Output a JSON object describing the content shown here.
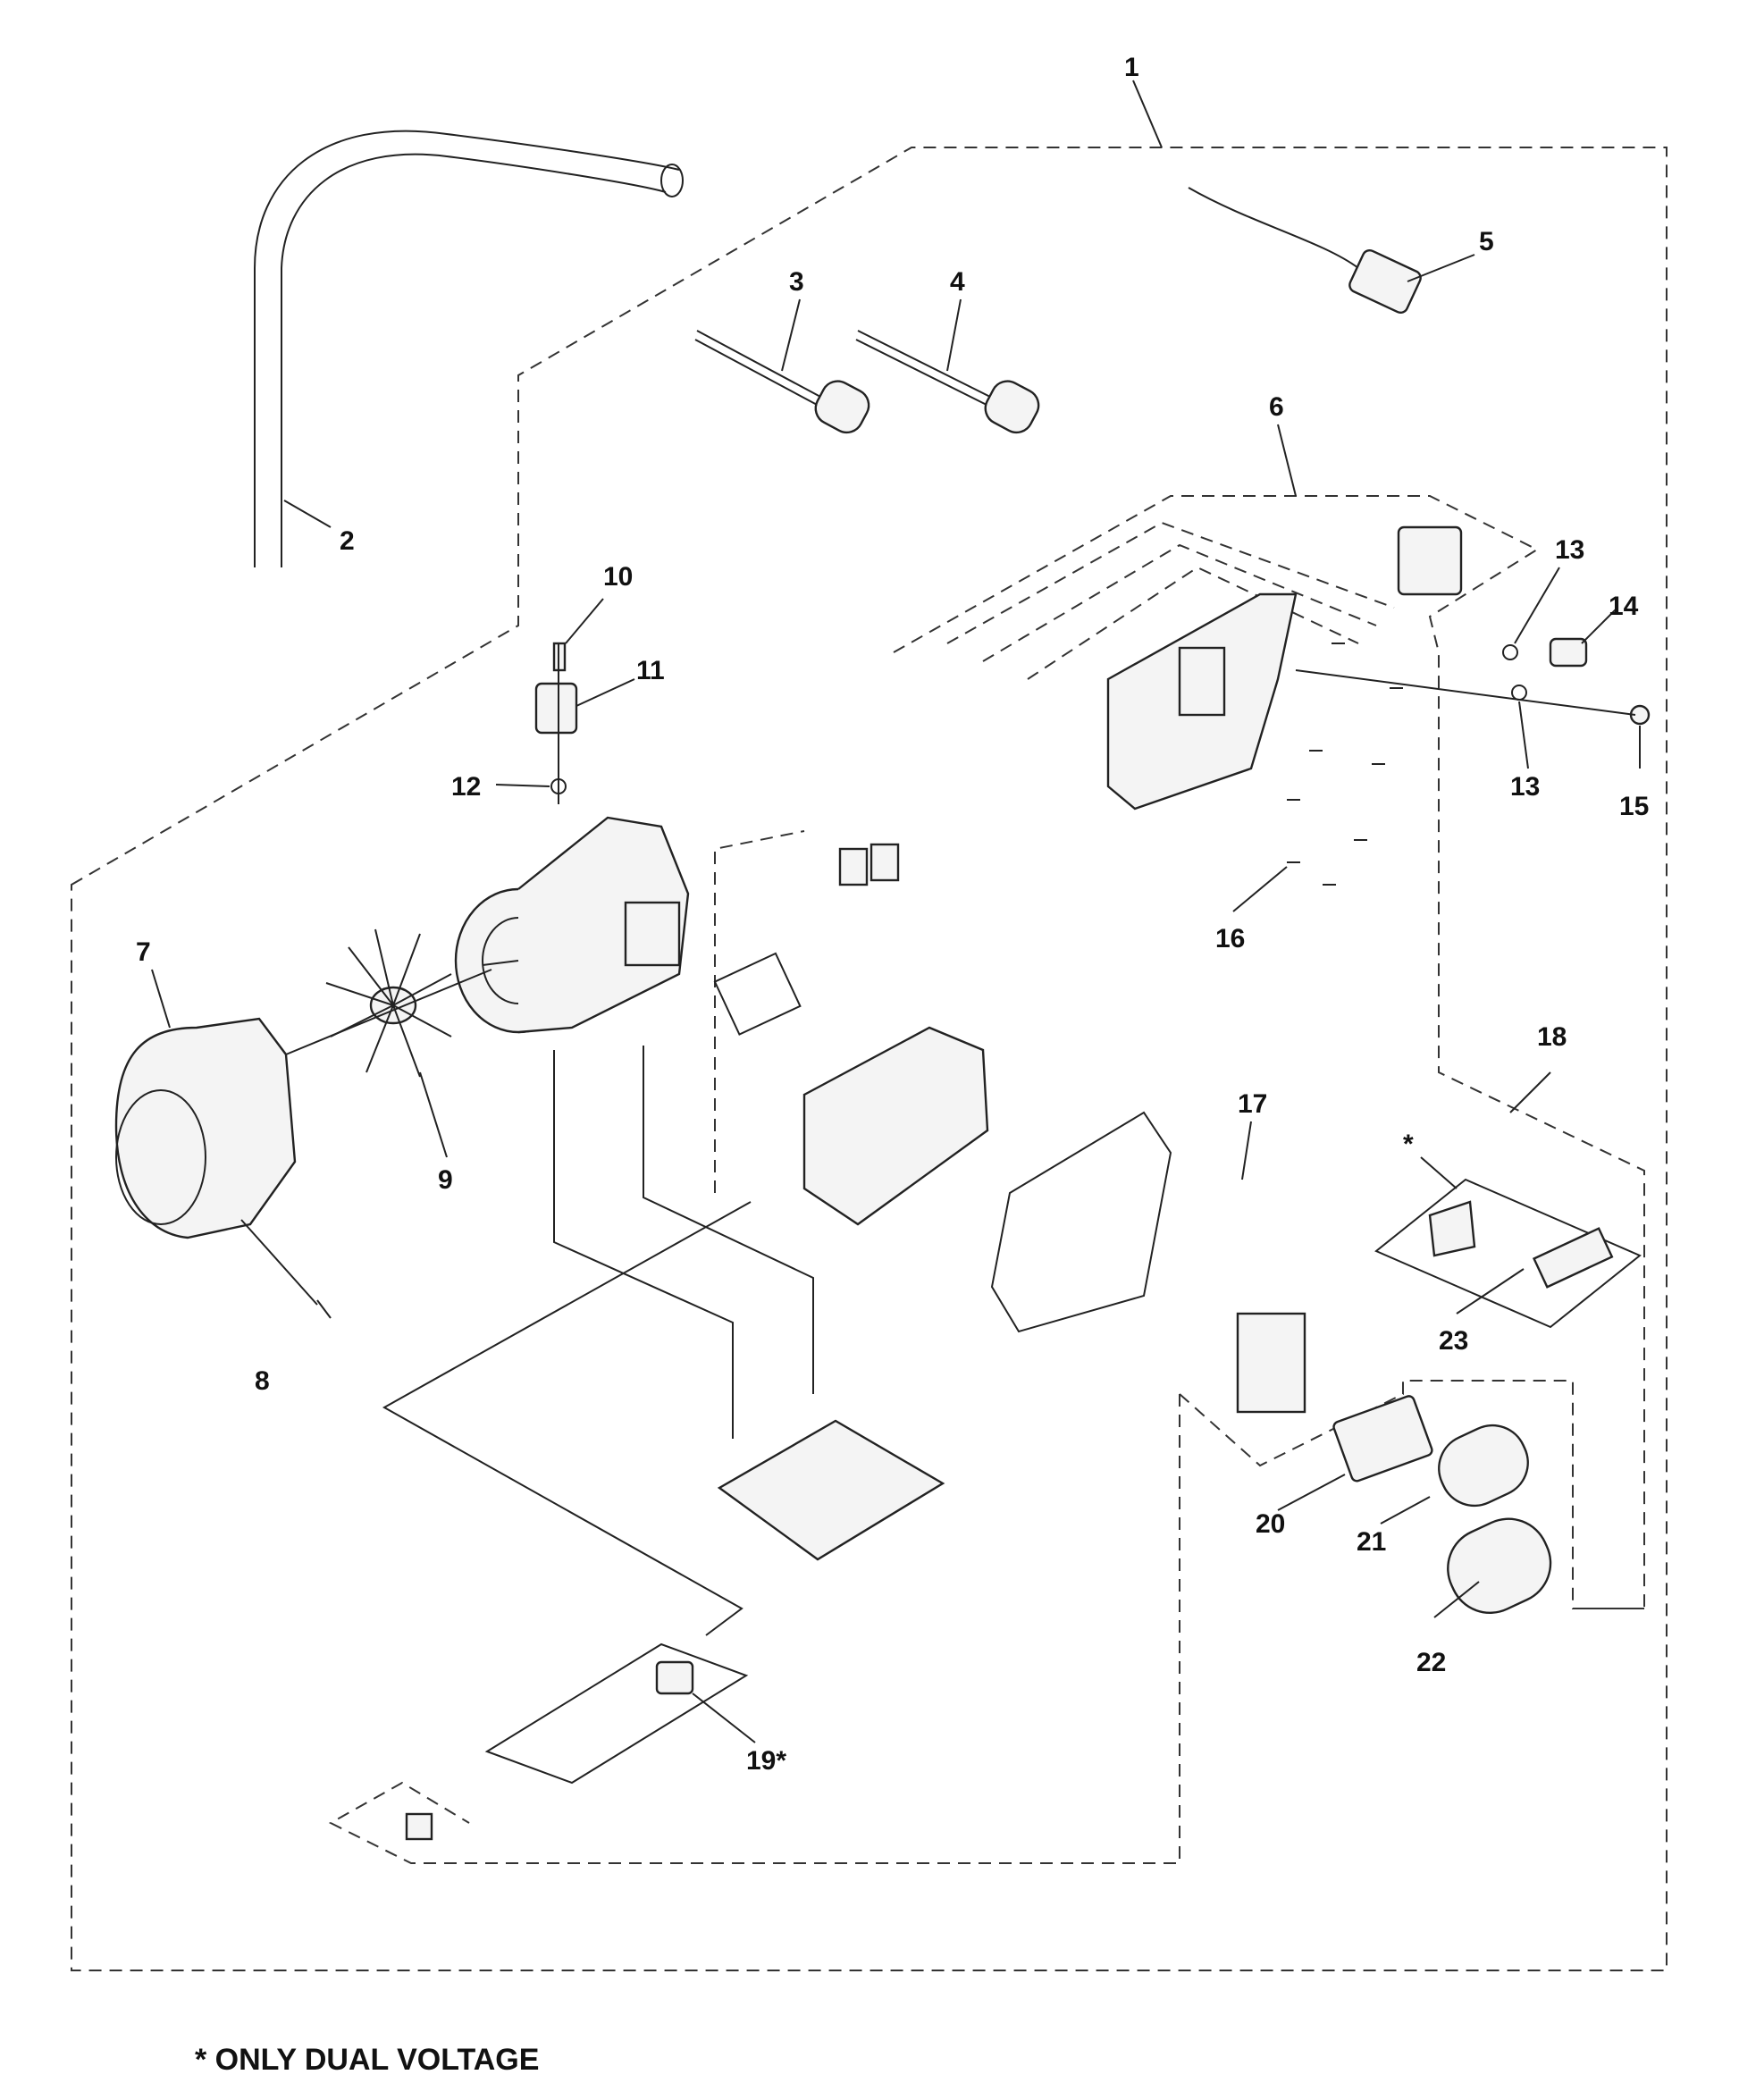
{
  "callouts": [
    {
      "id": "c1",
      "text": "1"
    },
    {
      "id": "c2",
      "text": "2"
    },
    {
      "id": "c3",
      "text": "3"
    },
    {
      "id": "c4",
      "text": "4"
    },
    {
      "id": "c5",
      "text": "5"
    },
    {
      "id": "c6",
      "text": "6"
    },
    {
      "id": "c7",
      "text": "7"
    },
    {
      "id": "c8",
      "text": "8"
    },
    {
      "id": "c9",
      "text": "9"
    },
    {
      "id": "c10",
      "text": "10"
    },
    {
      "id": "c11",
      "text": "11"
    },
    {
      "id": "c12",
      "text": "12"
    },
    {
      "id": "c13a",
      "text": "13"
    },
    {
      "id": "c13b",
      "text": "13"
    },
    {
      "id": "c14",
      "text": "14"
    },
    {
      "id": "c15",
      "text": "15"
    },
    {
      "id": "c16",
      "text": "16"
    },
    {
      "id": "c17",
      "text": "17"
    },
    {
      "id": "c18",
      "text": "18"
    },
    {
      "id": "c19",
      "text": "19*"
    },
    {
      "id": "c20",
      "text": "20"
    },
    {
      "id": "c21",
      "text": "21"
    },
    {
      "id": "c22",
      "text": "22"
    },
    {
      "id": "c23",
      "text": "23"
    },
    {
      "id": "cstar",
      "text": "*"
    }
  ],
  "footnote": "* ONLY DUAL VOLTAGE",
  "colors": {
    "line": "#222222",
    "background": "#ffffff"
  }
}
